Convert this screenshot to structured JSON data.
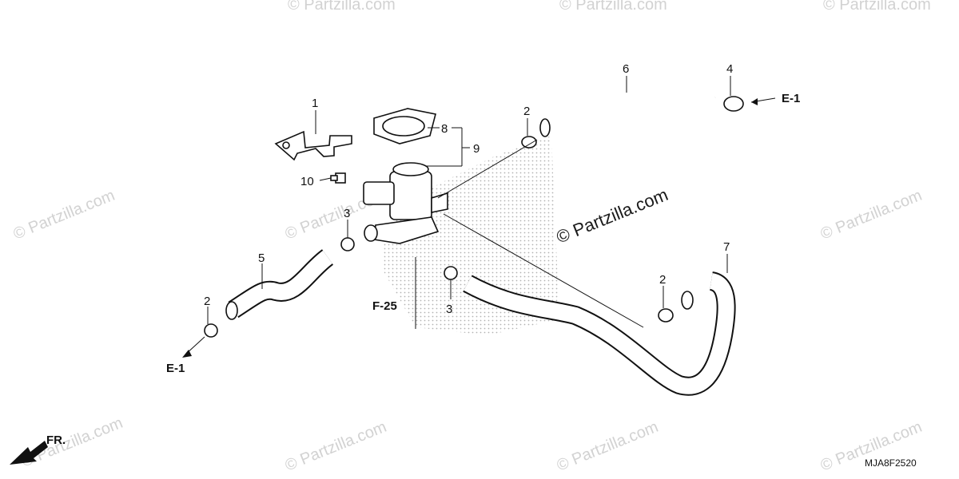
{
  "callouts": [
    "1",
    "2",
    "3",
    "4",
    "5",
    "6",
    "7",
    "8",
    "9",
    "10"
  ],
  "references": {
    "e1": "E-1",
    "f25": "F-25"
  },
  "front_label": "FR.",
  "diagram_code": "MJA8F2520",
  "watermark": {
    "main": "© Partzilla.com",
    "tiled": "© Partzilla.com"
  },
  "colors": {
    "line": "#111111",
    "watermark": "#d2d2d2",
    "shade": "#bdbdbd"
  }
}
